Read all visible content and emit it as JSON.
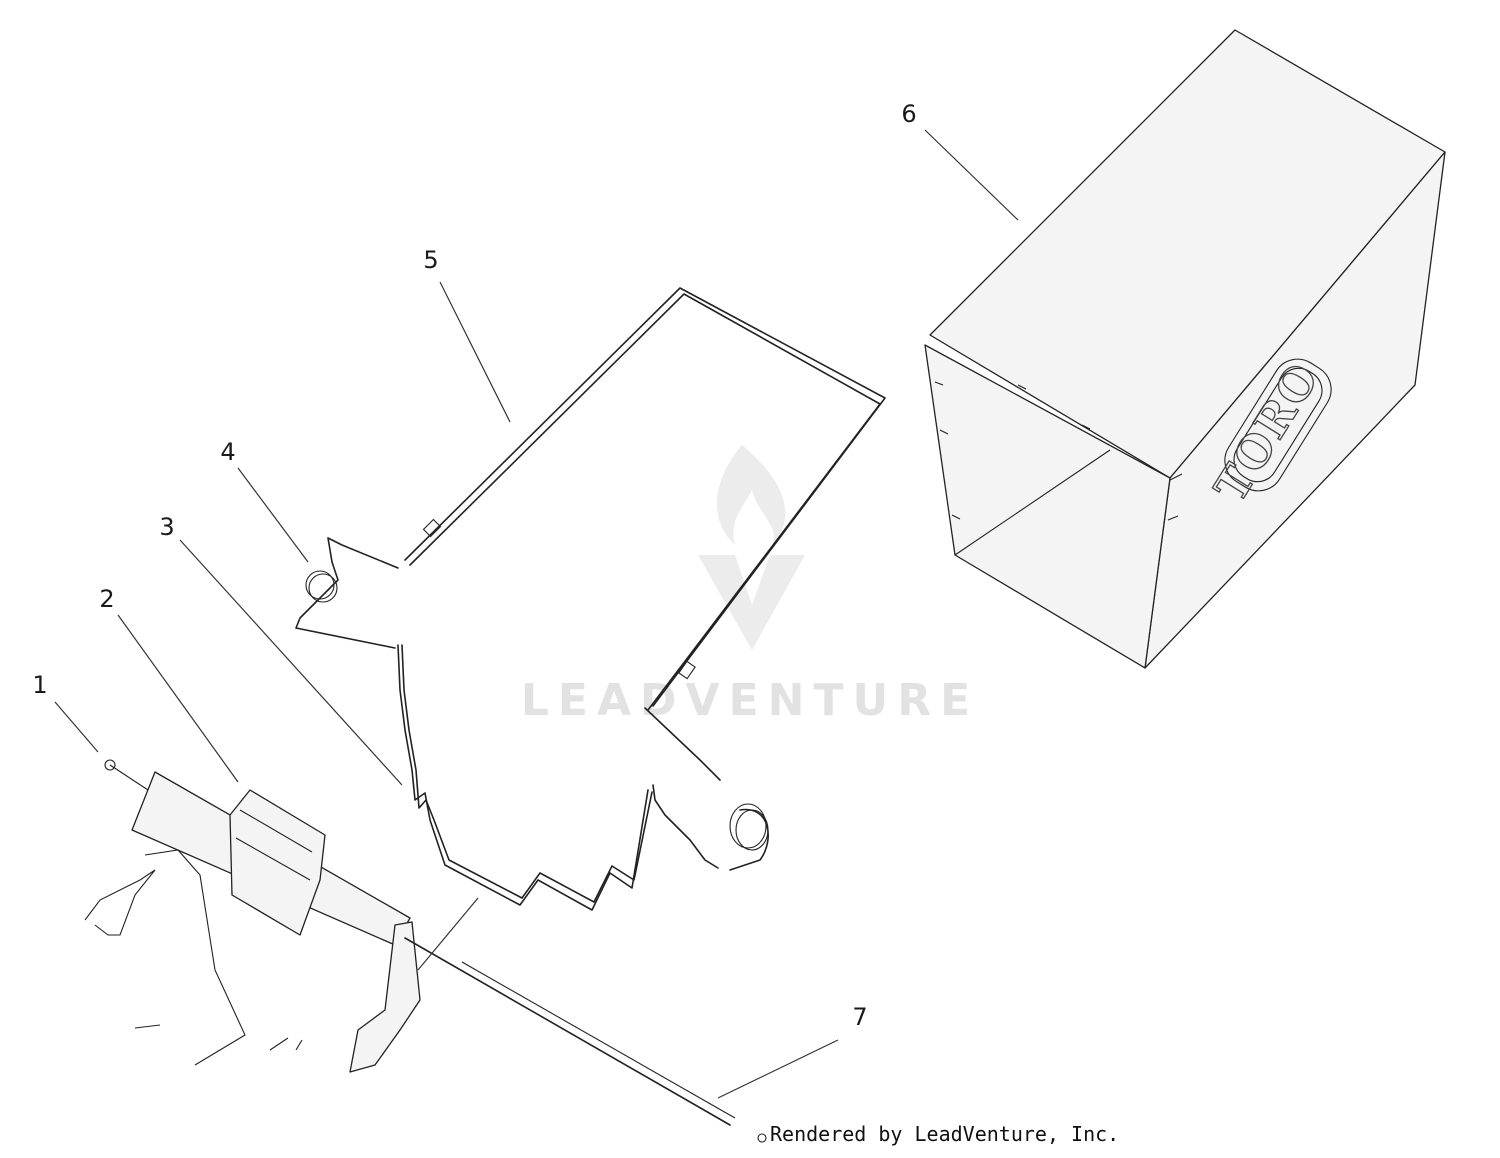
{
  "callouts": [
    "1",
    "2",
    "3",
    "4",
    "5",
    "6",
    "7"
  ],
  "watermark": {
    "text": "LEADVENTURE",
    "icon": "flame-v-logo-icon"
  },
  "bag_brand": "TORO",
  "credit": "Rendered by LeadVenture, Inc."
}
